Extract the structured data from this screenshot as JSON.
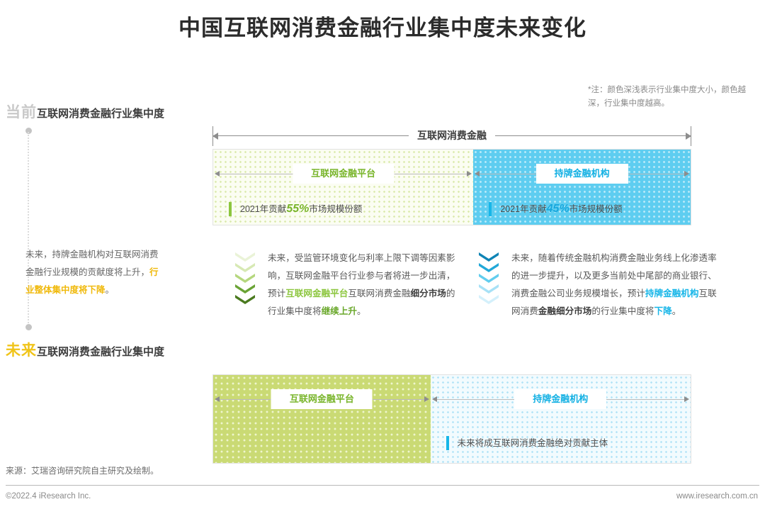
{
  "title": "中国互联网消费金融行业集中度未来变化",
  "note": "*注：颜色深浅表示行业集中度大小，颜色越深，行业集中度越高。",
  "sections": {
    "current": {
      "tag": "当前",
      "subtitle": "互联网消费金融行业集中度"
    },
    "future": {
      "tag": "未来",
      "subtitle": "互联网消费金融行业集中度"
    }
  },
  "left_paragraph": {
    "lead": "未来，持牌金融机构对互联网消费金融行业规模的贡献度将上升，",
    "highlight": "行业整体集中度将下降",
    "tail": "。"
  },
  "chart_data": {
    "type": "bar",
    "title": "中国互联网消费金融行业集中度未来变化",
    "orientation": "horizontal-stacked",
    "axis_label": "互联网消费金融",
    "categories": [
      "互联网金融平台",
      "持牌金融机构"
    ],
    "series": [
      {
        "name": "当前（2021年）",
        "values": [
          55,
          45
        ],
        "unit": "%"
      },
      {
        "name": "未来",
        "values": [
          45,
          55
        ],
        "unit": "%"
      }
    ],
    "colors": {
      "green": "#8cc63e",
      "cyan": "#17b6e8",
      "yellow": "#f0b90b"
    },
    "legend": "none",
    "grid": false
  },
  "chart_top": {
    "axis_label": "互联网消费金融",
    "left": {
      "label": "互联网金融平台",
      "note_prefix": "2021年贡献",
      "percent": "55%",
      "note_suffix": "市场规模份额",
      "width_pct": 54.5
    },
    "right": {
      "label": "持牌金融机构",
      "note_prefix": "2021年贡献",
      "percent": "45%",
      "note_suffix": "市场规模份额",
      "width_pct": 45.5
    }
  },
  "chart_bottom": {
    "left": {
      "label": "互联网金融平台",
      "width_pct": 45.5
    },
    "right": {
      "label": "持牌金融机构",
      "note": "未来将成互联网消费金融绝对贡献主体",
      "width_pct": 54.5
    }
  },
  "explain_left": {
    "p1": "未来，受监管环境变化与利率上限下调等因素影响，互联网金融平台行业参与者将进一步出清，预计",
    "hl1": "互联网金融平台",
    "p2": "互联网消费金融",
    "hl2": "细分市场",
    "p3": "的行业集中度将",
    "hl3": "继续上升",
    "p4": "。"
  },
  "explain_right": {
    "p1": "未来，随着传统金融机构消费金融业务线上化渗透率的进一步提升，以及更多当前处中尾部的商业银行、消费金融公司业务规模增长，预计",
    "hl1": "持牌金融机构",
    "p2": "互联网消费",
    "hl2": "金融细分市场",
    "p3": "的行业集中度将",
    "hl3": "下降",
    "p4": "。"
  },
  "footer": {
    "source": "来源：艾瑞咨询研究院自主研究及绘制。",
    "copyright": "©2022.4 iResearch Inc.",
    "website": "www.iresearch.com.cn"
  }
}
